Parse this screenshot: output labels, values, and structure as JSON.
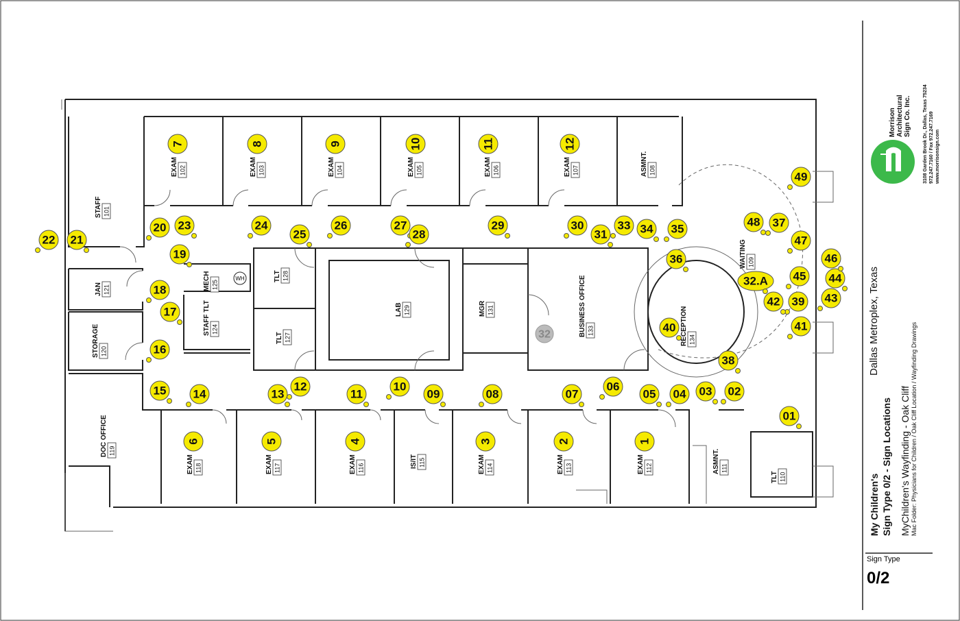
{
  "title_block": {
    "company_name_line1": "Morrison",
    "company_name_line2": "Architectural",
    "company_name_line3": "Sign Co. Inc.",
    "address": "3108 Garden Brook Dr.,  Dallas, Texas 75234",
    "phone": "972.247.7160 / Fax 972.247.7169",
    "website": "www.morrisonsign.com",
    "location": "Dallas Metroplex, Texas",
    "client": "My Children's",
    "sheet_title": "Sign Type 0/2 - Sign Locations",
    "project": "MyChildren's Wayfinding - Oak Cliff",
    "folder": "Mac Folder: Physicians for Children / Oak Cliff Location / Wayfinding Drawings",
    "sign_type_label": "Sign Type",
    "sign_type_value": "0/2",
    "brand_color": "#3cb94a"
  },
  "rooms": [
    {
      "name": "STAFF",
      "number": "101"
    },
    {
      "name": "EXAM",
      "number": "102"
    },
    {
      "name": "EXAM",
      "number": "103"
    },
    {
      "name": "EXAM",
      "number": "104"
    },
    {
      "name": "EXAM",
      "number": "105"
    },
    {
      "name": "EXAM",
      "number": "106"
    },
    {
      "name": "EXAM",
      "number": "107"
    },
    {
      "name": "ASMNT.",
      "number": "108"
    },
    {
      "name": "JAN",
      "number": "121"
    },
    {
      "name": "STORAGE",
      "number": "120"
    },
    {
      "name": "DOC OFFICE",
      "number": "119"
    },
    {
      "name": "MECH",
      "number": "125"
    },
    {
      "name": "TLT",
      "number": "128"
    },
    {
      "name": "STAFF TLT",
      "number": "124"
    },
    {
      "name": "TLT",
      "number": "127"
    },
    {
      "name": "LAB",
      "number": "129"
    },
    {
      "name": "MGR",
      "number": "131"
    },
    {
      "name": "BUSINESS OFFICE",
      "number": "133"
    },
    {
      "name": "RECEPTION",
      "number": "134"
    },
    {
      "name": "WAITING",
      "number": "109"
    },
    {
      "name": "EXAM",
      "number": "118"
    },
    {
      "name": "EXAM",
      "number": "117"
    },
    {
      "name": "EXAM",
      "number": "116"
    },
    {
      "name": "IS/IT",
      "number": "115"
    },
    {
      "name": "EXAM",
      "number": "114"
    },
    {
      "name": "EXAM",
      "number": "113"
    },
    {
      "name": "EXAM",
      "number": "112"
    },
    {
      "name": "ASMNT.",
      "number": "111"
    },
    {
      "name": "TLT",
      "number": "110"
    }
  ],
  "wh_label": "WH",
  "sign_markers": [
    "01",
    "02",
    "03",
    "04",
    "05",
    "06",
    "07",
    "08",
    "09",
    "10",
    "11",
    "12",
    "13",
    "14",
    "15",
    "16",
    "17",
    "18",
    "19",
    "20",
    "21",
    "22",
    "23",
    "24",
    "25",
    "26",
    "27",
    "28",
    "29",
    "30",
    "31",
    "33",
    "34",
    "35",
    "36",
    "37",
    "38",
    "39",
    "40",
    "41",
    "42",
    "43",
    "44",
    "45",
    "46",
    "47",
    "48",
    "49",
    "32.A"
  ],
  "removed_marker": "32",
  "exam_numbers": [
    "7",
    "8",
    "9",
    "10",
    "11",
    "12",
    "6",
    "5",
    "4",
    "3",
    "2",
    "1"
  ],
  "marker_color": "#f5ea00"
}
